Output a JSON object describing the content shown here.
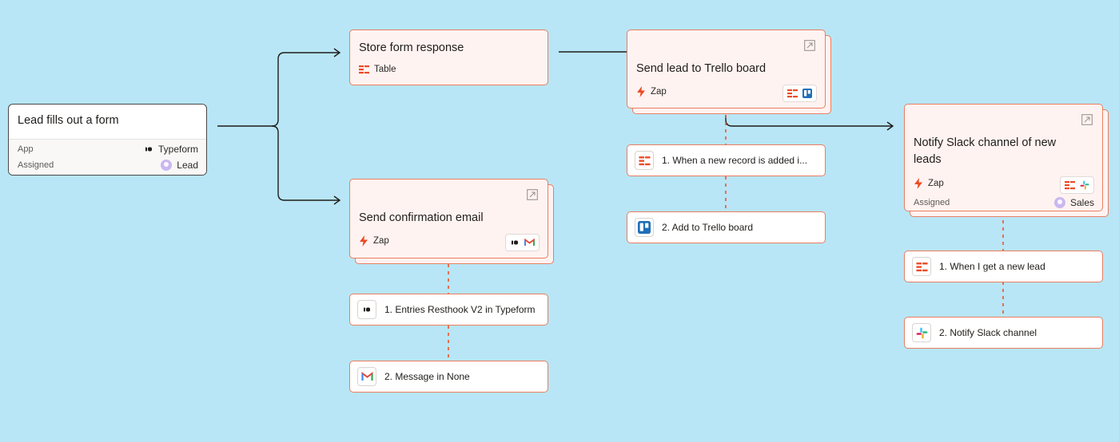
{
  "source": {
    "title": "Lead fills out a form",
    "app_label": "App",
    "app_value": "Typeform",
    "assigned_label": "Assigned",
    "assigned_value": "Lead"
  },
  "store": {
    "title": "Store form response",
    "type": "Table"
  },
  "confirm": {
    "title": "Send confirmation email",
    "type": "Zap",
    "steps": [
      "1. Entries Resthook V2 in Typeform",
      "2. Message in None"
    ]
  },
  "trello": {
    "title": "Send lead to Trello board",
    "type": "Zap",
    "steps": [
      "1. When a new record is added i...",
      "2. Add to Trello board"
    ]
  },
  "slack": {
    "title_line1": "Notify Slack channel of new",
    "title_line2": "leads",
    "type": "Zap",
    "assigned_label": "Assigned",
    "assigned_value": "Sales",
    "steps": [
      "1. When I get a new lead",
      "2. Notify Slack channel"
    ]
  },
  "colors": {
    "background": "#b8e6f6",
    "card_border": "#ec7e60",
    "card_fill": "#fff3f1",
    "accent": "#ec4b23",
    "trello": "#1f6fb8",
    "gmail_red": "#ea4335"
  },
  "icons": [
    "typeform-icon",
    "tables-icon",
    "zap-bolt-icon",
    "gmail-icon",
    "trello-icon",
    "slack-icon",
    "external-link-icon",
    "avatar-icon"
  ]
}
